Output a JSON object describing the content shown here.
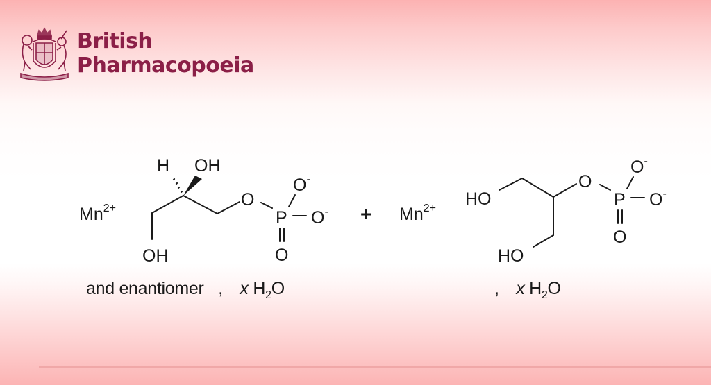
{
  "brand": {
    "line1": "British",
    "line2": "Pharmacopoeia",
    "color": "#8b1f47",
    "crest_icon": "royal-coat-of-arms-icon"
  },
  "scheme": {
    "left_compound": {
      "cation": "Mn",
      "cation_charge": "2+",
      "labels": {
        "h": "H",
        "oh_top": "OH",
        "oh_bottom": "OH",
        "ester_o": "O",
        "p": "P",
        "o_minus_top": "O",
        "o_minus_right": "O",
        "o_double": "O",
        "minus": "-"
      },
      "caption_prefix": "and enantiomer",
      "caption_sep": ",",
      "caption_x": "x",
      "caption_h": "H",
      "caption_sub": "2",
      "caption_o": "O"
    },
    "plus": "+",
    "right_compound": {
      "cation": "Mn",
      "cation_charge": "2+",
      "labels": {
        "ho_top": "HO",
        "ho_bottom": "HO",
        "ester_o": "O",
        "p": "P",
        "o_minus_top": "O",
        "o_minus_right": "O",
        "o_double": "O",
        "minus": "-"
      },
      "caption_sep": ",",
      "caption_x": "x",
      "caption_h": "H",
      "caption_sub": "2",
      "caption_o": "O"
    }
  }
}
